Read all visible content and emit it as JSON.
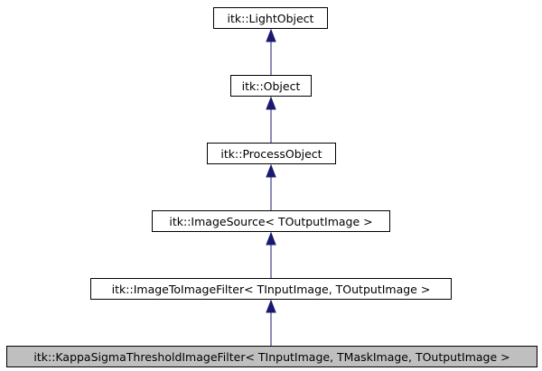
{
  "diagram": {
    "nodes": [
      {
        "id": "light",
        "label": "itk::LightObject"
      },
      {
        "id": "object",
        "label": "itk::Object"
      },
      {
        "id": "process",
        "label": "itk::ProcessObject"
      },
      {
        "id": "source",
        "label": "itk::ImageSource< TOutputImage >"
      },
      {
        "id": "i2i",
        "label": "itk::ImageToImageFilter< TInputImage, TOutputImage >"
      },
      {
        "id": "kappa",
        "label": "itk::KappaSigmaThresholdImageFilter< TInputImage, TMaskImage, TOutputImage >"
      }
    ],
    "edges": [
      {
        "from": "object",
        "to": "light"
      },
      {
        "from": "process",
        "to": "object"
      },
      {
        "from": "source",
        "to": "process"
      },
      {
        "from": "i2i",
        "to": "source"
      },
      {
        "from": "kappa",
        "to": "i2i"
      }
    ],
    "colors": {
      "arrow": "#191970",
      "node_border": "#000000",
      "current_fill": "#bfbfbf"
    }
  }
}
